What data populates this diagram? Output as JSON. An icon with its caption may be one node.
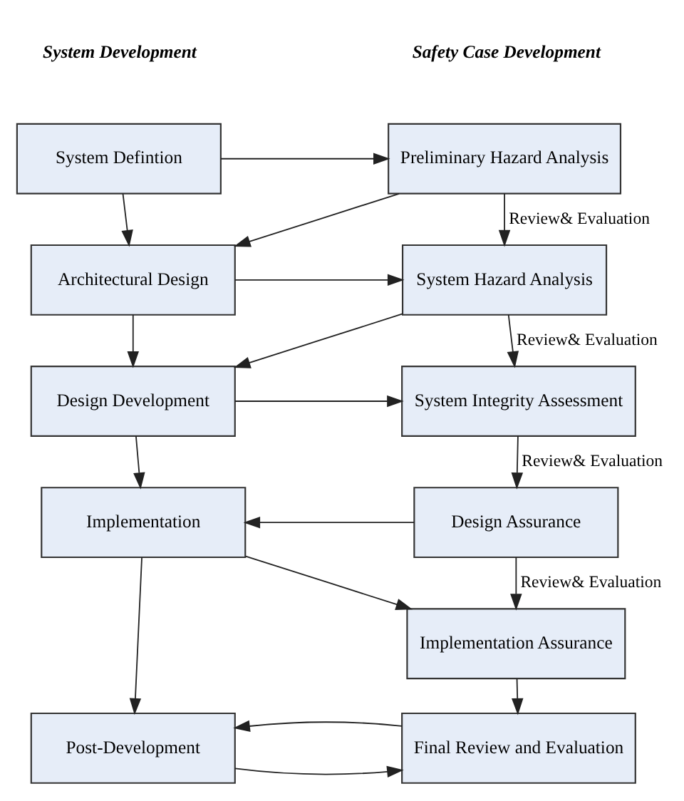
{
  "diagram": {
    "nodes": [
      {
        "text": [
          "System Defintion"
        ]
      },
      {
        "text": [
          "Architectural Design"
        ]
      },
      {
        "text": [
          "Design Development"
        ]
      },
      {
        "text": [
          "Implementation"
        ]
      },
      {
        "text": [
          "Post-Development"
        ]
      },
      {
        "text": [
          "Preliminary Hazard Analysis"
        ]
      },
      {
        "text": [
          "System Hazard Analysis"
        ]
      },
      {
        "text": [
          "System Integrity Assessment"
        ]
      },
      {
        "text": [
          "Design Assurance"
        ]
      },
      {
        "text": [
          "Implementation Assurance"
        ]
      },
      {
        "text": [
          "Final Review and Evaluation"
        ]
      }
    ],
    "edges": [
      {
        "from": 0,
        "to": 1,
        "arrow": "to"
      },
      {
        "from": 1,
        "to": 2,
        "arrow": "to"
      },
      {
        "from": 2,
        "to": 3,
        "arrow": "to"
      },
      {
        "from": 3,
        "to": 4,
        "arrow": "to"
      },
      {
        "from": 0,
        "to": 5,
        "arrow": "to"
      },
      {
        "from": 5,
        "to": 1,
        "arrow": "to"
      },
      {
        "from": 1,
        "to": 6,
        "arrow": "to"
      },
      {
        "from": 6,
        "to": 2,
        "arrow": "to"
      },
      {
        "from": 2,
        "to": 7,
        "arrow": "to"
      },
      {
        "from": 8,
        "to": 3,
        "arrow": "to"
      },
      {
        "from": 3,
        "to": 9,
        "arrow": "to"
      },
      {
        "from": 4,
        "to": 10,
        "arrow": "to"
      },
      {
        "from": 10,
        "to": 4,
        "arrow": "to"
      },
      {
        "from": 5,
        "to": 6,
        "arrow": "to",
        "label": "Review& Evaluation"
      },
      {
        "from": 6,
        "to": 7,
        "arrow": "to",
        "label": "Review& Evaluation"
      },
      {
        "from": 7,
        "to": 8,
        "arrow": "to",
        "label": "Review& Evaluation"
      },
      {
        "from": 8,
        "to": 9,
        "arrow": "to",
        "label": "Review& Evaluation"
      },
      {
        "from": 9,
        "to": 10,
        "arrow": "to"
      }
    ],
    "labels": [
      "System Development",
      "Safety Case Development"
    ]
  }
}
